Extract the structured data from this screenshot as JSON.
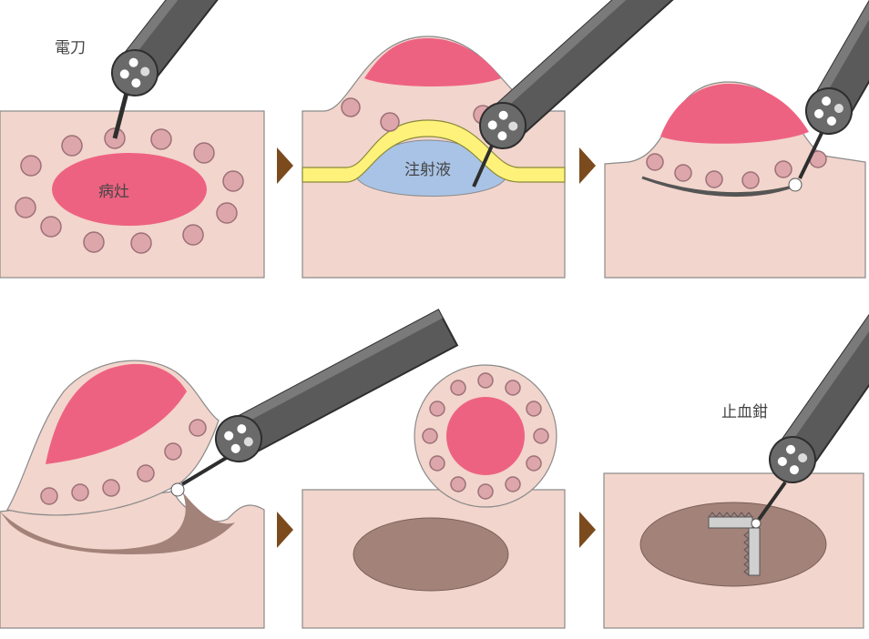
{
  "labels": {
    "knife": "電刀",
    "lesion": "病灶",
    "injection": "注射液",
    "forceps": "止血鉗"
  },
  "colors": {
    "tissue": "#f2d5cc",
    "lesion": "#ee6281",
    "dot": "#dca6ab",
    "injection_fluid": "#a9c3e6",
    "submucosa_layer": "#fff27a",
    "wound": "#a3827a",
    "arrow": "#7b4a1d",
    "scope": "#5a5a5a"
  },
  "steps": [
    {
      "step": 1,
      "icon": "knife-marking"
    },
    {
      "step": 2,
      "icon": "injection"
    },
    {
      "step": 3,
      "icon": "incision"
    },
    {
      "step": 4,
      "icon": "dissection"
    },
    {
      "step": 5,
      "icon": "resected-specimen"
    },
    {
      "step": 6,
      "icon": "hemostasis"
    }
  ]
}
